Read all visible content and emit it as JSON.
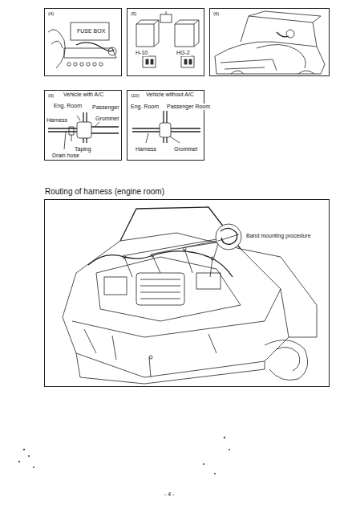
{
  "diagram": {
    "nodes": [
      {
        "text": [
          "(4)"
        ]
      },
      {
        "text": [
          "(5)"
        ]
      },
      {
        "text": [
          "(6)"
        ]
      },
      {
        "text": [
          "(9)",
          "Vehicle with A/C"
        ]
      },
      {
        "text": [
          "(10)",
          "Vehicle without A/C"
        ]
      },
      {
        "text": [
          "Routing of harness (engine room)"
        ]
      }
    ],
    "edges": [],
    "labels": [
      "FUSE BOX",
      "H-10",
      "HG-2",
      "Eng. Room",
      "Passenger",
      "Harness",
      "Grommet",
      "Taping",
      "Drain hose",
      "Eng. Room",
      "Passenger Room",
      "Harness",
      "Grommet",
      "Band mounting procedure",
      "- 4 -"
    ]
  }
}
